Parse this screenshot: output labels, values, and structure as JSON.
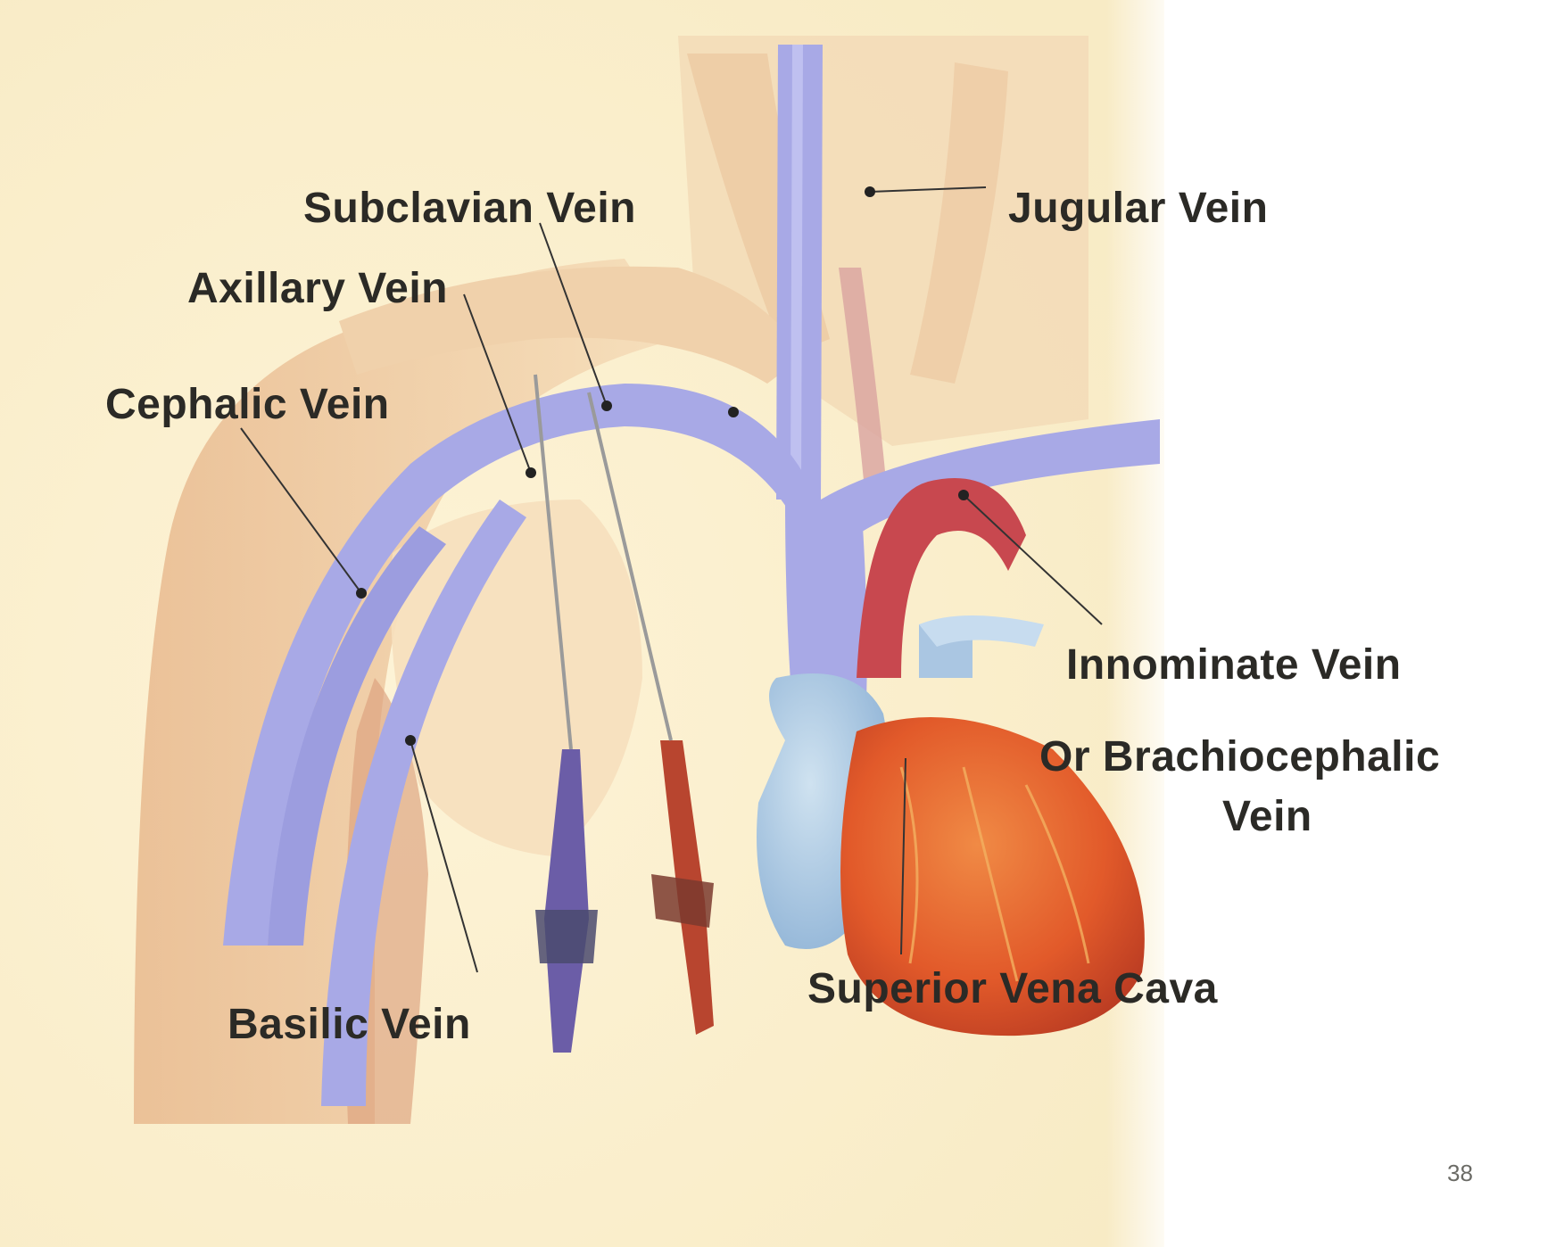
{
  "labels": {
    "subclavian": "Subclavian Vein",
    "jugular": "Jugular  Vein",
    "axillary": "Axillary Vein",
    "cephalic": "Cephalic Vein",
    "innominate": "Innominate Vein",
    "brachio_line1": "Or  Brachiocephalic",
    "brachio_line2": "Vein",
    "svc": "Superior Vena Cava",
    "basilic": "Basilic Vein"
  },
  "page_number": "38",
  "colors": {
    "background": "#fbf0cf",
    "skin": "#f2d7b0",
    "vein": "#a8a9e6",
    "artery": "#c8484f",
    "heart": "#e0622e",
    "label_text": "#2b2a26"
  }
}
